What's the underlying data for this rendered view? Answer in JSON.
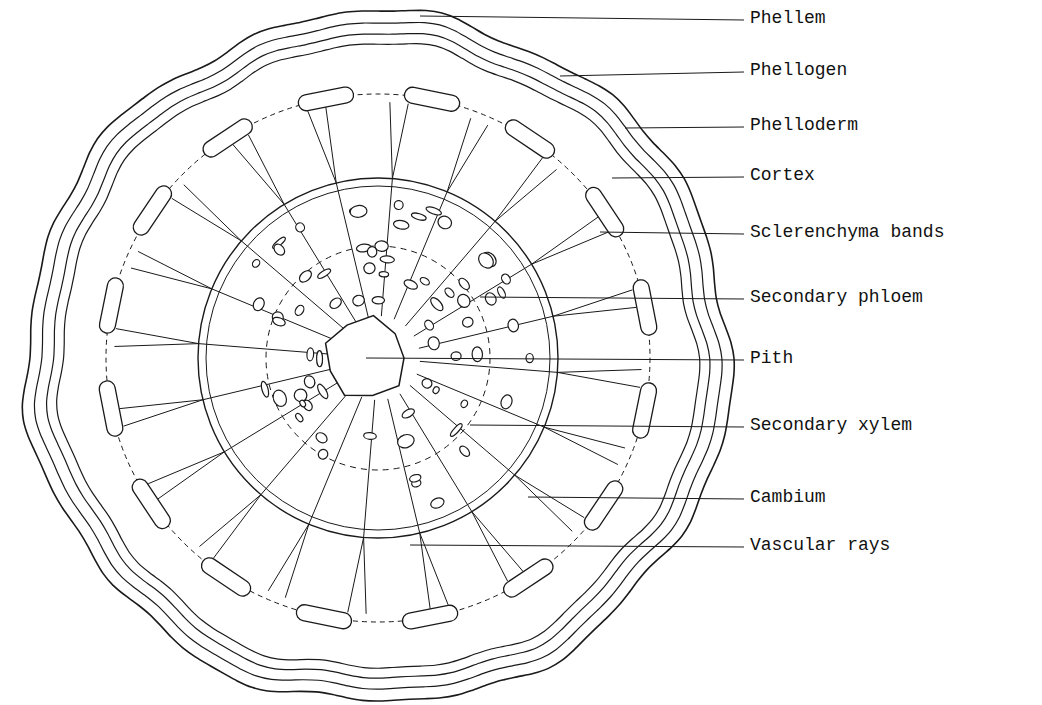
{
  "diagram": {
    "labels": [
      "Phellem",
      "Phellogen",
      "Phelloderm",
      "Cortex",
      "Sclerenchyma bands",
      "Secondary phloem",
      "Pith",
      "Secondary xylem",
      "Cambium",
      "Vascular rays"
    ]
  }
}
